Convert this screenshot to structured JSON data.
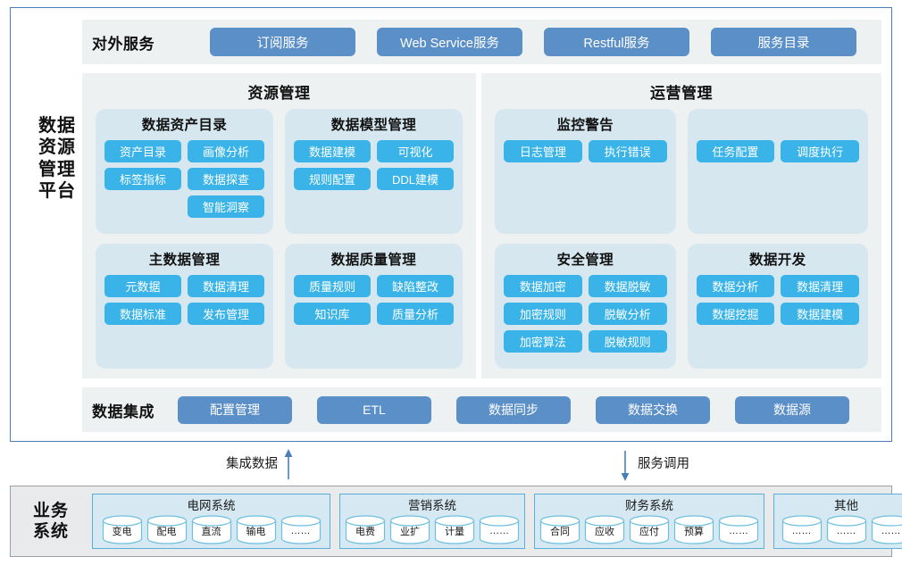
{
  "platform": {
    "title": "数据\n资源\n管理\n平台",
    "title_lines": [
      "数",
      "据",
      "资",
      "源",
      "管",
      "理",
      "平",
      "台"
    ]
  },
  "external_services": {
    "label": "对外服务",
    "buttons": [
      {
        "label": "订阅服务"
      },
      {
        "label": "Web Service服务"
      },
      {
        "label": "Restful服务"
      },
      {
        "label": "服务目录"
      }
    ]
  },
  "panels": [
    {
      "title": "资源管理",
      "cards": [
        {
          "title": "数据资产目录",
          "chips": [
            "资产目录",
            "画像分析",
            "标签指标",
            "数据探查",
            "",
            "智能洞察"
          ]
        },
        {
          "title": "数据模型管理",
          "chips": [
            "数据建模",
            "可视化",
            "规则配置",
            "DDL建模"
          ]
        },
        {
          "title": "主数据管理",
          "chips": [
            "元数据",
            "数据清理",
            "数据标准",
            "发布管理"
          ]
        },
        {
          "title": "数据质量管理",
          "chips": [
            "质量规则",
            "缺陷整改",
            "知识库",
            "质量分析"
          ]
        }
      ]
    },
    {
      "title": "运营管理",
      "cards": [
        {
          "title": "监控警告",
          "chips": [
            "日志管理",
            "执行错误"
          ]
        },
        {
          "title": "",
          "chips": [
            "任务配置",
            "调度执行"
          ]
        },
        {
          "title": "安全管理",
          "chips": [
            "数据加密",
            "数据脱敏",
            "加密规则",
            "脱敏分析",
            "加密算法",
            "脱敏规则"
          ]
        },
        {
          "title": "数据开发",
          "chips": [
            "数据分析",
            "数据清理",
            "数据挖掘",
            "数据建模"
          ]
        }
      ]
    }
  ],
  "data_integration": {
    "label": "数据集成",
    "buttons": [
      {
        "label": "配置管理"
      },
      {
        "label": "ETL"
      },
      {
        "label": "数据同步"
      },
      {
        "label": "数据交换"
      },
      {
        "label": "数据源"
      }
    ]
  },
  "arrows": [
    {
      "label": "集成数据",
      "direction": "up"
    },
    {
      "label": "服务调用",
      "direction": "down"
    }
  ],
  "business": {
    "title_lines": [
      "业",
      "务",
      "系",
      "统"
    ],
    "title": "业务\n系统",
    "systems": [
      {
        "name": "电网系统",
        "databases": [
          "变电",
          "配电",
          "直流",
          "输电",
          "……"
        ]
      },
      {
        "name": "营销系统",
        "databases": [
          "电费",
          "业扩",
          "计量",
          "……"
        ]
      },
      {
        "name": "财务系统",
        "databases": [
          "合同",
          "应收",
          "应付",
          "预算",
          "……"
        ]
      },
      {
        "name": "其他",
        "databases": [
          "……",
          "……",
          "……"
        ]
      }
    ]
  },
  "colors": {
    "frame_border": "#4a7ebb",
    "band_bg": "#eef1f2",
    "card_bg": "#d6e7f0",
    "chip_bg": "#3ab4e8",
    "service_btn_bg": "#5b8fc7",
    "biz_bg": "#e8eaeb",
    "biz_sys_bg": "#d6e9f2",
    "biz_sys_border": "#5bb0d8",
    "arrow": "#4a7ebb"
  }
}
